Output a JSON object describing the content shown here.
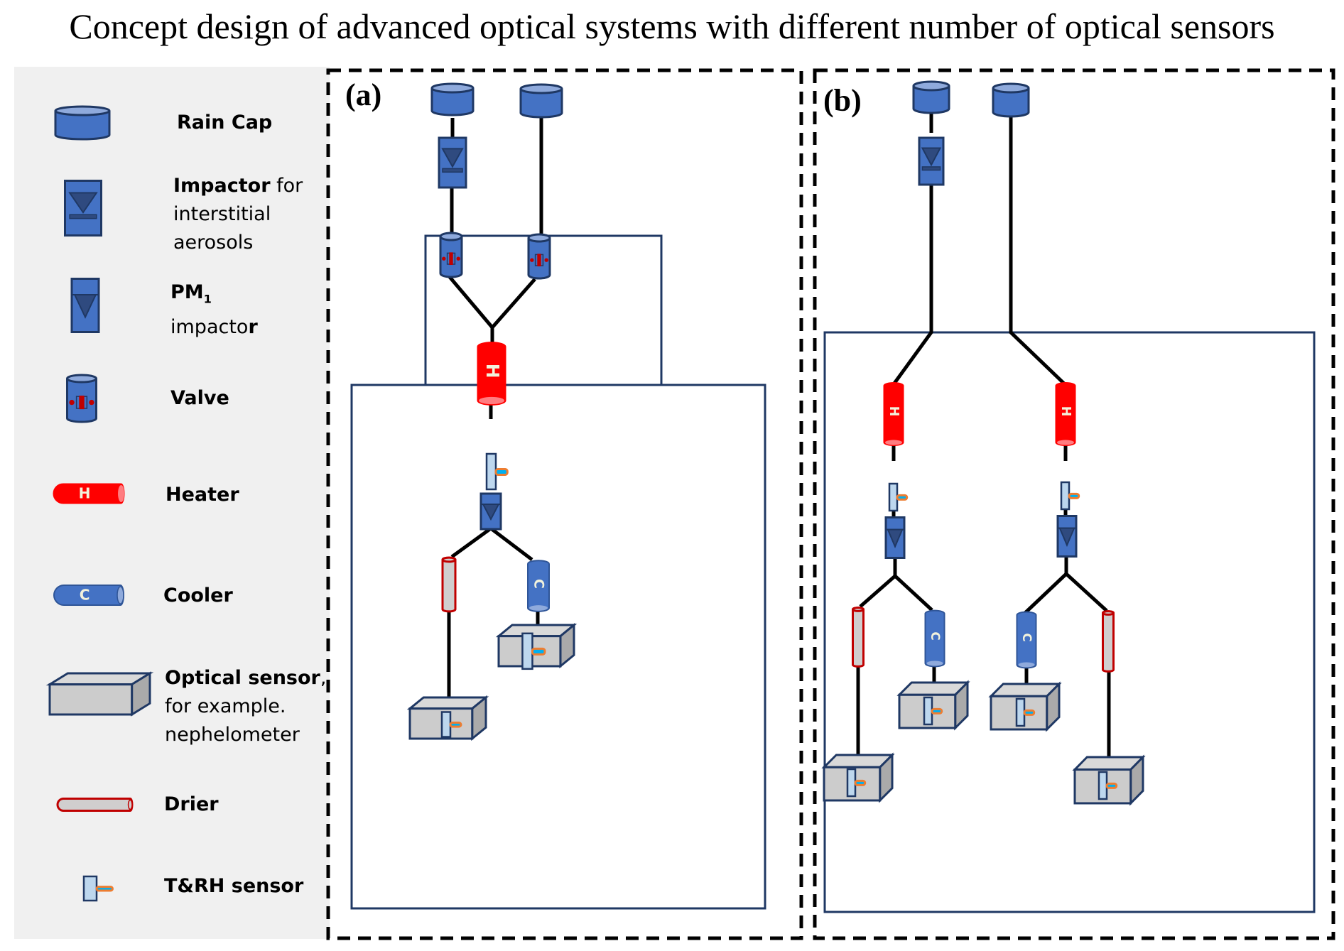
{
  "title": "Concept design of advanced optical systems with different number of optical sensors",
  "colors": {
    "blue_fill": "#4472c4",
    "blue_top": "#8faadc",
    "navy_stroke": "#1f3864",
    "dark_triangle": "#2f4a7f",
    "heater_red": "#ff0000",
    "heater_top": "#ff7c80",
    "valve_red": "#c00000",
    "drier_stroke": "#c00000",
    "drier_fill": "#d0cece",
    "sensor_fill": "#cccccc",
    "sensor_side": "#aaaaaa",
    "sensor_top": "#d9d9d9",
    "trh_fill": "#bdd7ee",
    "trh_orange": "#ed7d31",
    "trh_cyan": "#00b0f0",
    "legend_bg": "#f0f0f0",
    "letter_color": "#f2f2dc"
  },
  "legend": {
    "items": [
      {
        "id": "rain-cap",
        "bold": "Rain Cap",
        "rest": ""
      },
      {
        "id": "impactor",
        "bold": "Impactor",
        "rest": " for",
        "line2": "interstitial",
        "line3": "aerosols"
      },
      {
        "id": "pm1-impactor",
        "bold": "PM",
        "sub": "1",
        "line2": "impacto",
        "line2_bold_tail": "r"
      },
      {
        "id": "valve",
        "bold": "Valve",
        "rest": ""
      },
      {
        "id": "heater",
        "bold": "Heater",
        "rest": "",
        "glyph": "H"
      },
      {
        "id": "cooler",
        "bold": "Cooler",
        "rest": "",
        "glyph": "C"
      },
      {
        "id": "optical-sensor",
        "bold": "Optical sensor",
        "rest": ",",
        "line2": "for example.",
        "line3": "nephelometer"
      },
      {
        "id": "drier",
        "bold": "Drier",
        "rest": ""
      },
      {
        "id": "trh-sensor",
        "bold": "T&RH sensor",
        "rest": ""
      }
    ]
  },
  "panels": {
    "a": {
      "label": "(a)",
      "optical_sensor_count": 2,
      "inlets": 2,
      "heaters": 1,
      "valves": 2
    },
    "b": {
      "label": "(b)",
      "optical_sensor_count": 4,
      "inlets": 2,
      "heaters": 2,
      "valves": 0
    }
  }
}
